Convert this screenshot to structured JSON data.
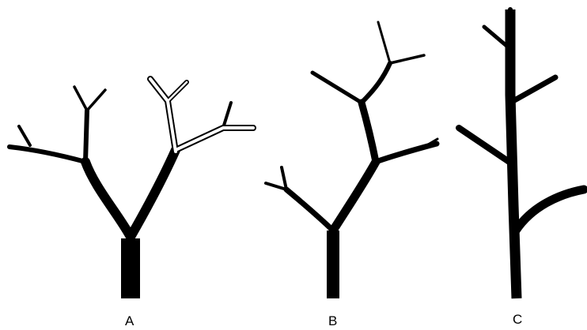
{
  "labels": {
    "a": "A",
    "b": "B",
    "c": "C"
  },
  "colors": {
    "background": "#ffffff",
    "branch": "#000000",
    "highlight": "#ffffff"
  }
}
